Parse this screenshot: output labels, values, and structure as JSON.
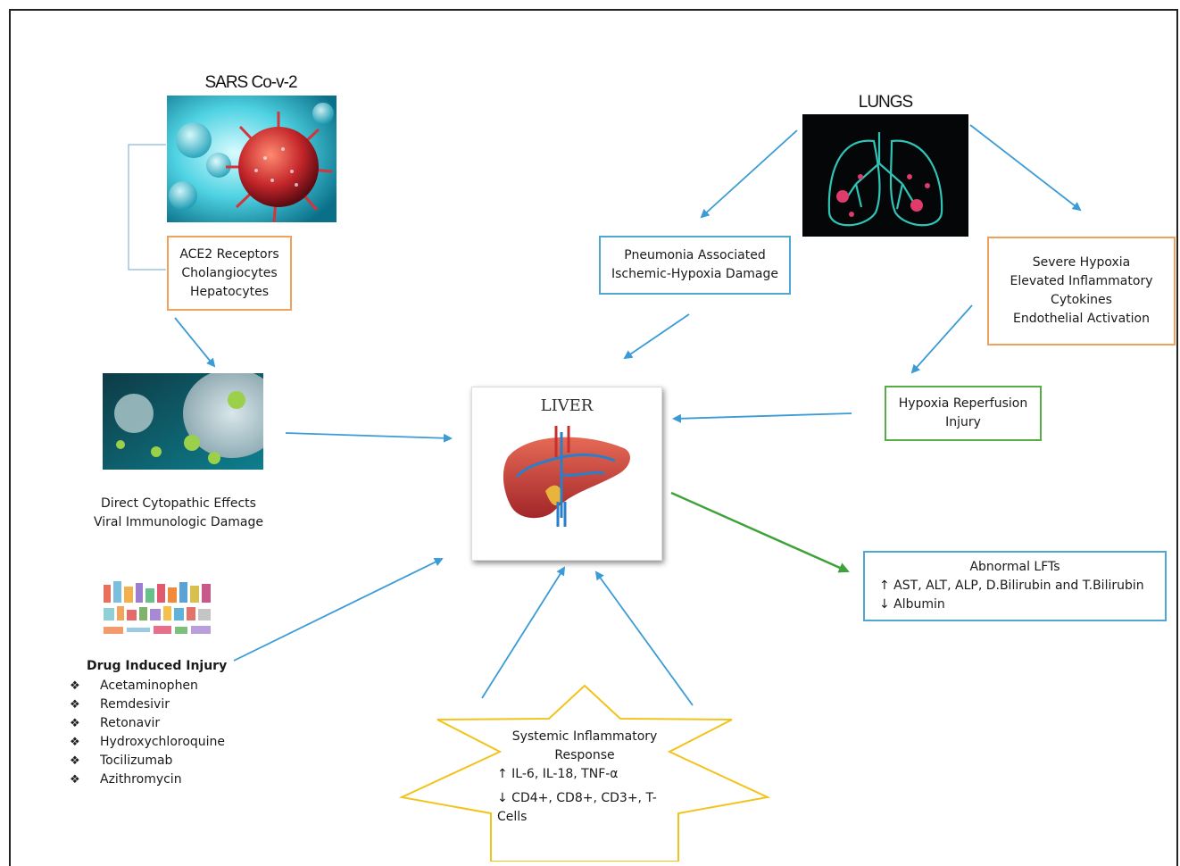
{
  "sars": {
    "title": "SARS Co-v-2",
    "image_icon": "coronavirus-image"
  },
  "ace2_box": {
    "lines": [
      "ACE2 Receptors",
      "Cholangiocytes",
      "Hepatocytes"
    ]
  },
  "direct": {
    "image_icon": "virus-cell-image",
    "lines": [
      "Direct Cytopathic Effects",
      "Viral Immunologic Damage"
    ]
  },
  "drugs": {
    "image_icon": "medications-image",
    "title": "Drug Induced Injury",
    "bullet_glyph": "❖",
    "items": [
      "Acetaminophen",
      "Remdesivir",
      "Retonavir",
      "Hydroxychloroquine",
      "Tocilizumab",
      "Azithromycin"
    ]
  },
  "lungs": {
    "title": "LUNGS",
    "image_icon": "lungs-image"
  },
  "pneumonia_box": {
    "lines": [
      "Pneumonia Associated",
      "Ischemic-Hypoxia Damage"
    ]
  },
  "hypoxia_box": {
    "lines": [
      "Severe Hypoxia",
      "Elevated Inflammatory",
      "Cytokines",
      "Endothelial Activation"
    ]
  },
  "reperfusion_box": {
    "lines": [
      "Hypoxia Reperfusion",
      "Injury"
    ]
  },
  "liver": {
    "title": "LIVER",
    "image_icon": "liver-image"
  },
  "lft_box": {
    "lines": [
      "Abnormal LFTs",
      "↑ AST, ALT, ALP, D.Bilirubin and T.Bilirubin",
      "↓ Albumin"
    ]
  },
  "systemic": {
    "lines": [
      "Systemic Inflammatory",
      "Response",
      "↑ IL-6, IL-18, TNF-α",
      "↓ CD4+, CD8+, CD3+, T-Cells"
    ]
  },
  "colors": {
    "arrow_blue": "#3a9bd6",
    "arrow_green": "#3ea23a",
    "star_yellow": "#f2c31b",
    "orange": "#f0a15e"
  }
}
